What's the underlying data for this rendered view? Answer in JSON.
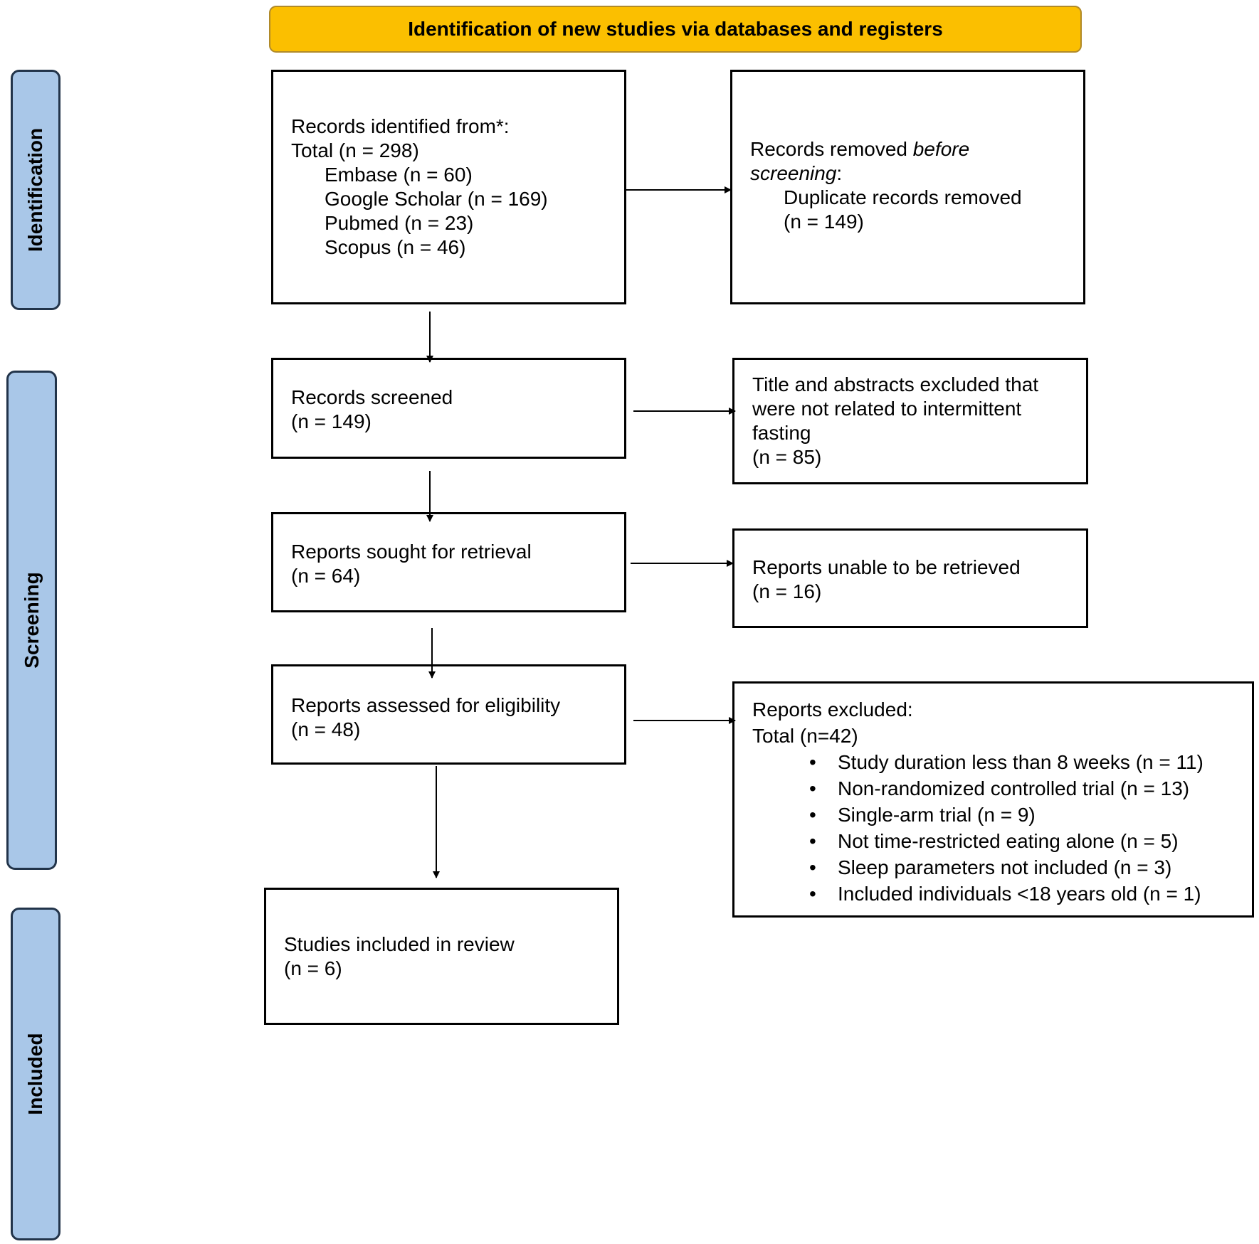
{
  "header": "Identification of new studies via databases and registers",
  "phases": {
    "identification": "Identification",
    "screening": "Screening",
    "included": "Included"
  },
  "identified": {
    "title": "Records identified from*:",
    "total": "Total (n = 298)",
    "sources": [
      "Embase (n = 60)",
      "Google Scholar (n = 169)",
      "Pubmed (n = 23)",
      "Scopus (n = 46)"
    ]
  },
  "removed": {
    "line1_prefix": "Records removed ",
    "line1_italic": "before",
    "line2_italic": "screening",
    "line2_suffix": ":",
    "detail1": "Duplicate records removed",
    "detail2": "(n = 149)"
  },
  "screened": {
    "label": "Records screened",
    "count": "(n = 149)"
  },
  "screen_excluded": {
    "line1": "Title and abstracts excluded that",
    "line2": "were not related to intermittent",
    "line3": "fasting",
    "count": "(n = 85)"
  },
  "sought": {
    "label": "Reports sought for retrieval",
    "count": "(n = 64)"
  },
  "not_retrieved": {
    "label": "Reports unable to be retrieved",
    "count": "(n = 16)"
  },
  "assessed": {
    "label": "Reports assessed for eligibility",
    "count": "(n = 48)"
  },
  "reports_excluded": {
    "title": "Reports excluded:",
    "total": "Total (n=42)",
    "reasons": [
      "Study duration less than 8 weeks (n = 11)",
      "Non-randomized controlled trial (n = 13)",
      "Single-arm trial (n = 9)",
      "Not time-restricted eating alone (n = 5)",
      "Sleep parameters not included (n = 3)",
      "Included individuals <18 years old (n = 1)"
    ]
  },
  "included": {
    "label": "Studies included in review",
    "count": "(n = 6)"
  }
}
